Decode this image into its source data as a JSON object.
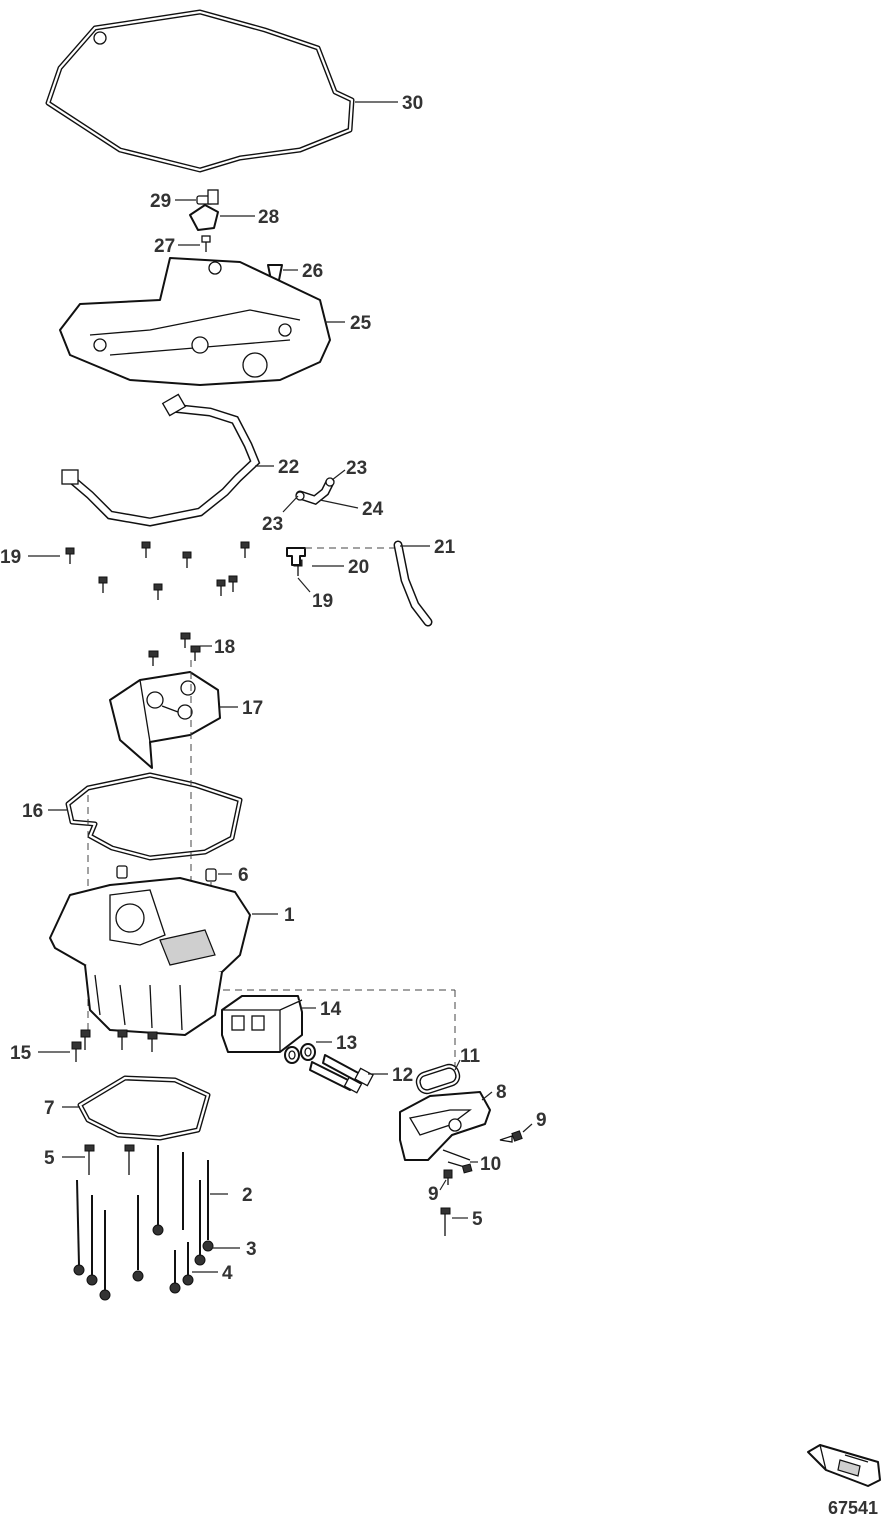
{
  "figure_number": "67541",
  "callouts": [
    {
      "label": "30"
    },
    {
      "label": "29"
    },
    {
      "label": "28"
    },
    {
      "label": "27"
    },
    {
      "label": "26"
    },
    {
      "label": "25"
    },
    {
      "label": "22"
    },
    {
      "label": "23"
    },
    {
      "label": "24"
    },
    {
      "label": "23"
    },
    {
      "label": "19"
    },
    {
      "label": "21"
    },
    {
      "label": "20"
    },
    {
      "label": "19"
    },
    {
      "label": "18"
    },
    {
      "label": "17"
    },
    {
      "label": "16"
    },
    {
      "label": "6"
    },
    {
      "label": "1"
    },
    {
      "label": "14"
    },
    {
      "label": "13"
    },
    {
      "label": "15"
    },
    {
      "label": "11"
    },
    {
      "label": "12"
    },
    {
      "label": "8"
    },
    {
      "label": "7"
    },
    {
      "label": "9"
    },
    {
      "label": "5"
    },
    {
      "label": "10"
    },
    {
      "label": "2"
    },
    {
      "label": "9"
    },
    {
      "label": "3"
    },
    {
      "label": "5"
    },
    {
      "label": "4"
    }
  ]
}
